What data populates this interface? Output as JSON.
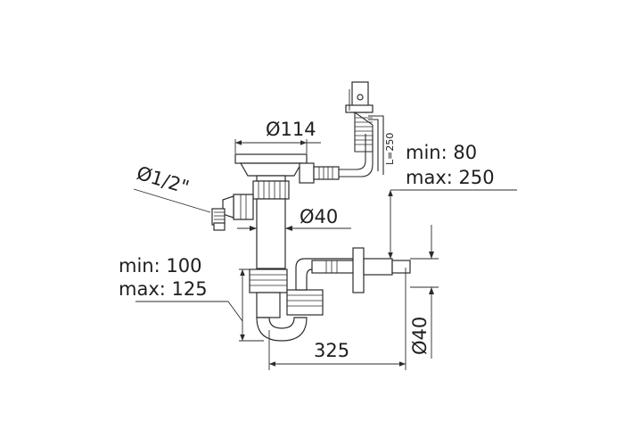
{
  "labels": {
    "d114": "Ø114",
    "d1_2": "Ø1/2\"",
    "l250": "L=250",
    "min80": "min: 80",
    "max250": "max: 250",
    "d40_upper": "Ø40",
    "min100": "min: 100",
    "max125": "max: 125",
    "len325": "325",
    "d40_right": "Ø40"
  }
}
